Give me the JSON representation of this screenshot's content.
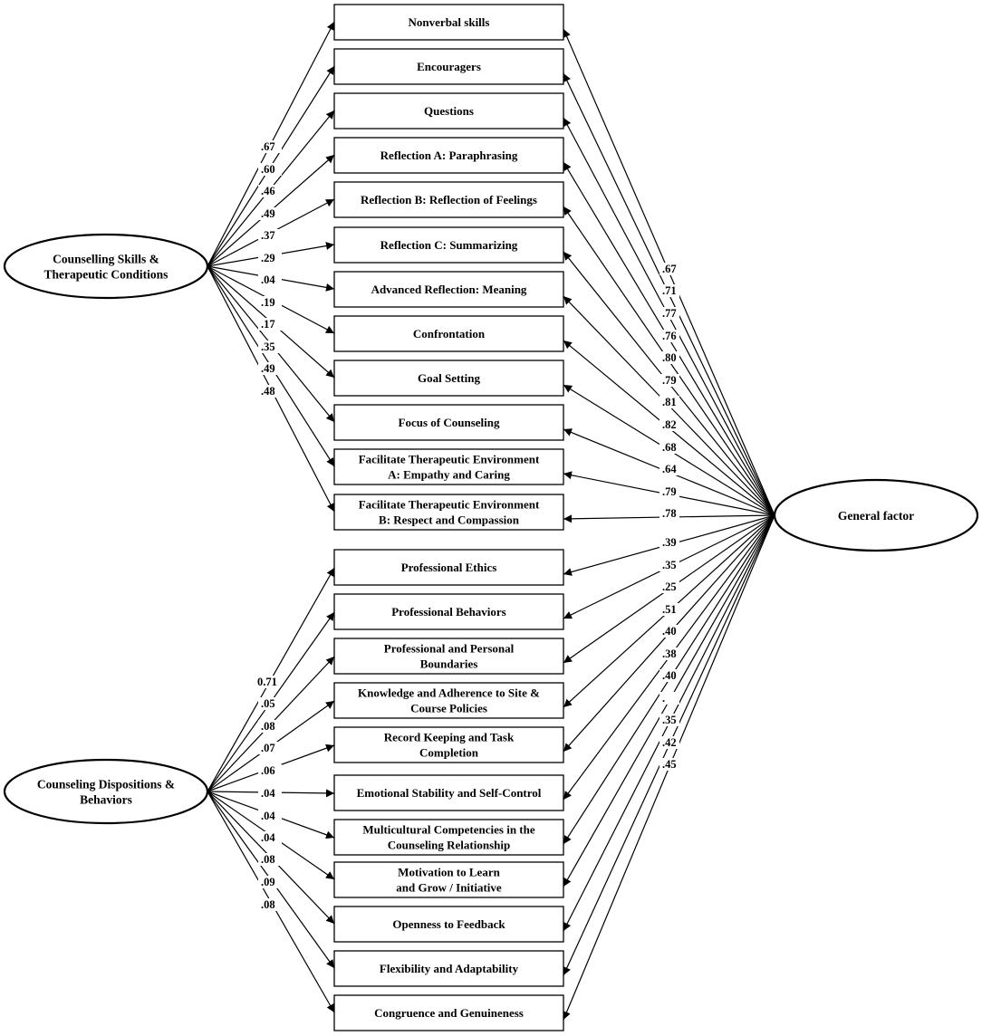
{
  "factors": {
    "skills": {
      "lines": [
        "Counselling Skills &",
        "Therapeutic Conditions"
      ]
    },
    "dispositions": {
      "lines": [
        "Counseling Dispositions &",
        "Behaviors"
      ]
    },
    "general": {
      "lines": [
        "General factor"
      ]
    }
  },
  "items": [
    {
      "lines": [
        "Nonverbal skills"
      ],
      "left": ".67",
      "right": ".67"
    },
    {
      "lines": [
        "Encouragers"
      ],
      "left": ".60",
      "right": ".71"
    },
    {
      "lines": [
        "Questions"
      ],
      "left": ".46",
      "right": ".77"
    },
    {
      "lines": [
        "Reflection A: Paraphrasing"
      ],
      "left": ".49",
      "right": ".76"
    },
    {
      "lines": [
        "Reflection B: Reflection of Feelings"
      ],
      "left": ".37",
      "right": ".80"
    },
    {
      "lines": [
        "Reflection C: Summarizing"
      ],
      "left": ".29",
      "right": ".79"
    },
    {
      "lines": [
        "Advanced Reflection: Meaning"
      ],
      "left": ".04",
      "right": ".81"
    },
    {
      "lines": [
        "Confrontation"
      ],
      "left": ".19",
      "right": ".82"
    },
    {
      "lines": [
        "Goal Setting"
      ],
      "left": ".17",
      "right": ".68"
    },
    {
      "lines": [
        "Focus of Counseling"
      ],
      "left": ".35",
      "right": ".64"
    },
    {
      "lines": [
        "Facilitate Therapeutic Environment",
        "A: Empathy and Caring"
      ],
      "left": ".49",
      "right": ".79"
    },
    {
      "lines": [
        "Facilitate Therapeutic Environment",
        "B: Respect and Compassion"
      ],
      "left": ".48",
      "right": ".78"
    },
    {
      "lines": [
        "Professional Ethics"
      ],
      "left": "0.71",
      "right": ".39"
    },
    {
      "lines": [
        "Professional Behaviors"
      ],
      "left": ".05",
      "right": ".35"
    },
    {
      "lines": [
        "Professional and Personal",
        "Boundaries"
      ],
      "left": ".08",
      "right": ".25"
    },
    {
      "lines": [
        "Knowledge and Adherence to Site &",
        "Course Policies"
      ],
      "left": ".07",
      "right": ".51"
    },
    {
      "lines": [
        "Record Keeping and Task",
        "Completion"
      ],
      "left": ".06",
      "right": ".40"
    },
    {
      "lines": [
        "Emotional Stability and Self-Control"
      ],
      "left": ".04",
      "right": ".38"
    },
    {
      "lines": [
        "Multicultural Competencies in the",
        "Counseling Relationship"
      ],
      "left": ".04",
      "right": ".40"
    },
    {
      "lines": [
        "Motivation to Learn",
        "and Grow / Initiative"
      ],
      "left": ".04",
      "right": "."
    },
    {
      "lines": [
        "Openness to Feedback"
      ],
      "left": ".08",
      "right": ".35"
    },
    {
      "lines": [
        "Flexibility and Adaptability"
      ],
      "left": ".09",
      "right": ".42"
    },
    {
      "lines": [
        "Congruence and Genuineness"
      ],
      "left": ".08",
      "right": ".45"
    }
  ]
}
